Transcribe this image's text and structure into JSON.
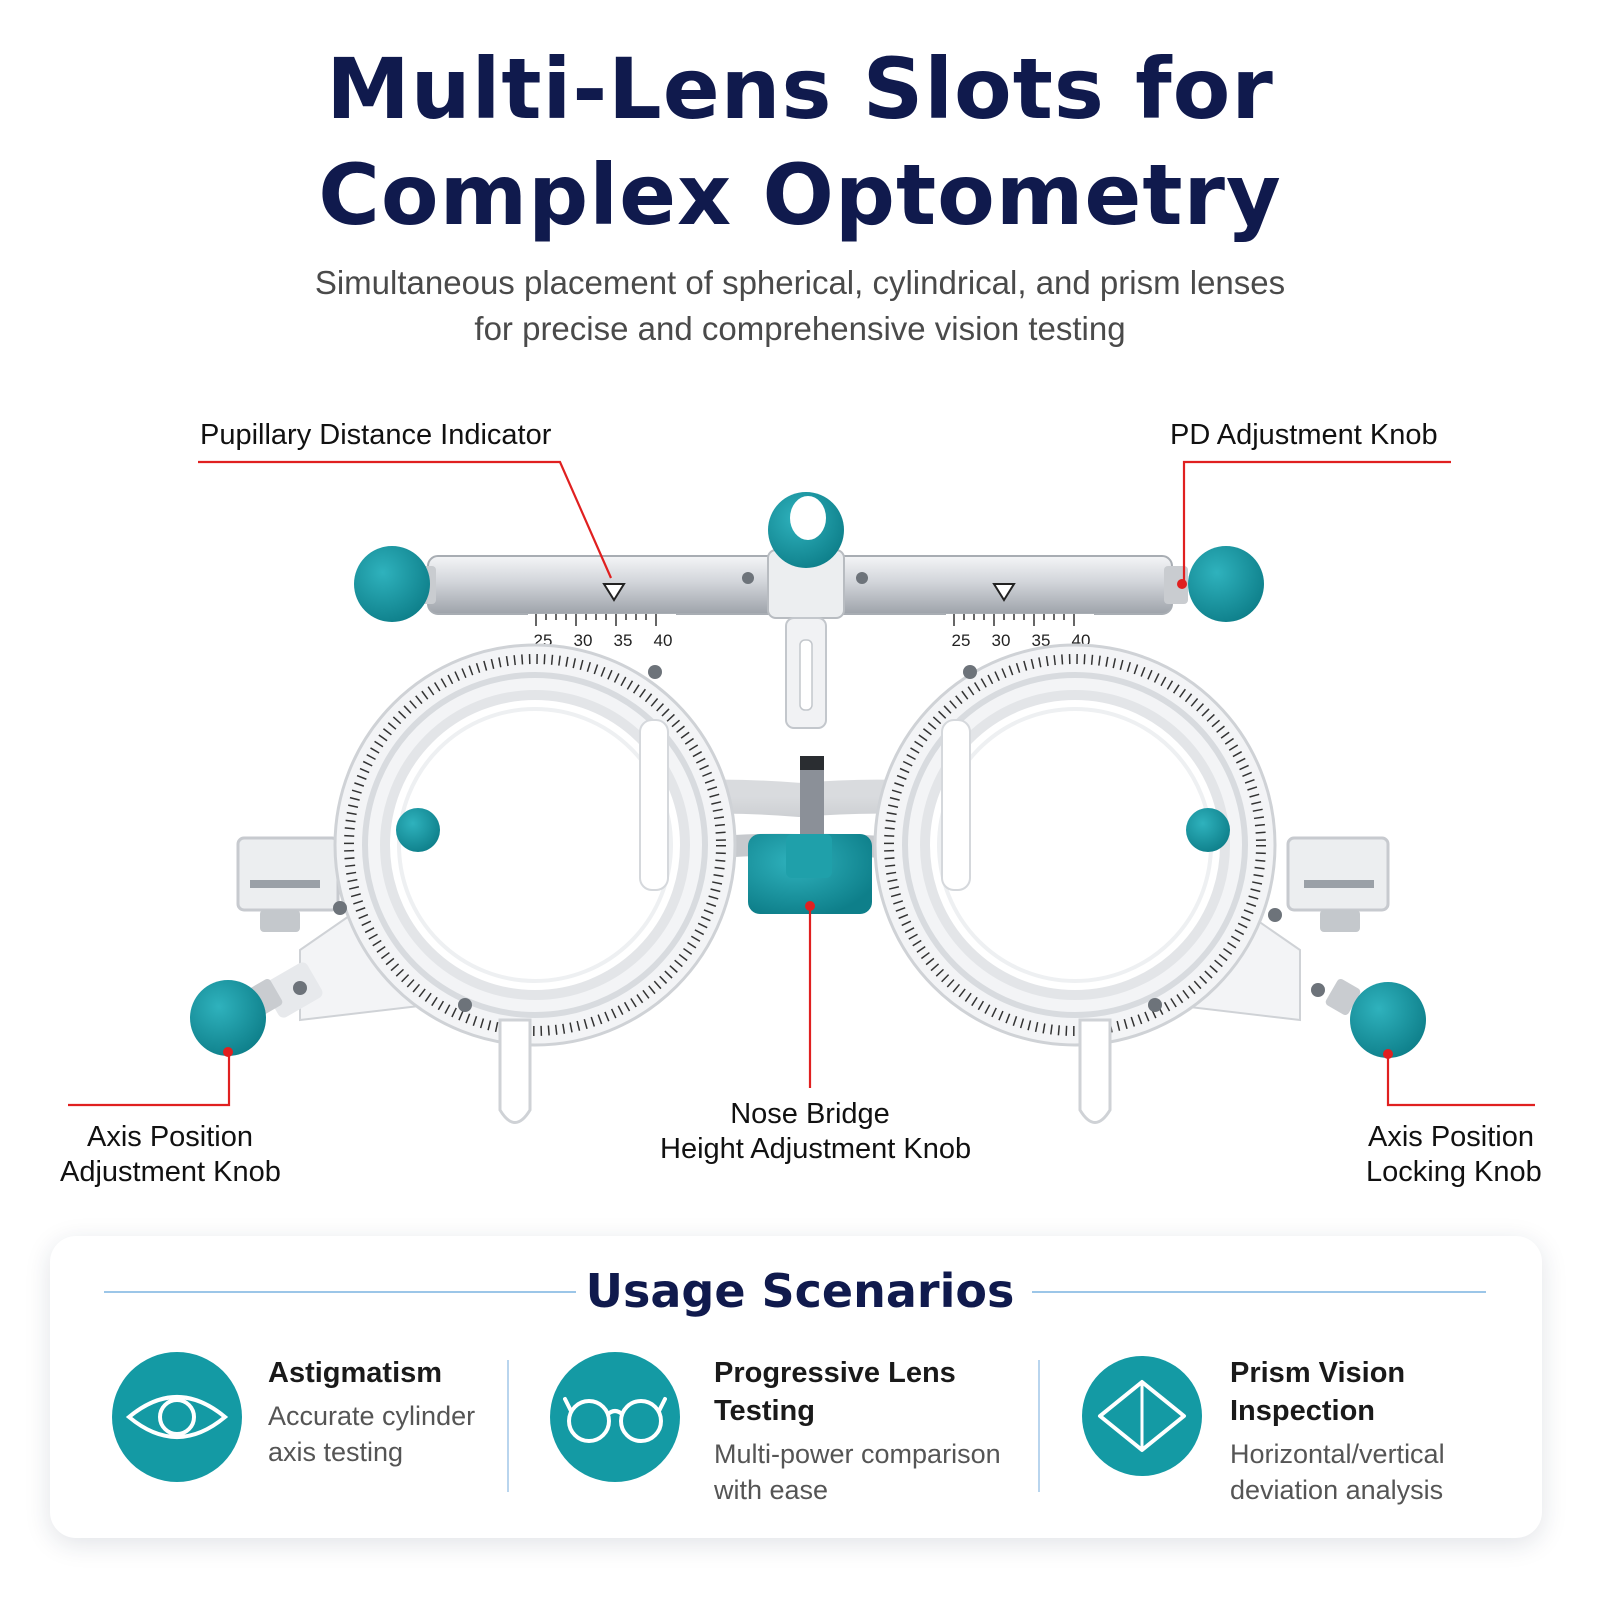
{
  "header": {
    "title_line1": "Multi-Lens Slots for",
    "title_line2": "Complex Optometry",
    "subtitle_line1": "Simultaneous placement of spherical, cylindrical, and prism lenses",
    "subtitle_line2": "for precise and comprehensive vision testing"
  },
  "colors": {
    "title": "#101a4d",
    "accent_teal": "#149aa4",
    "knob_teal": "#15909c",
    "callout_line": "#e02020",
    "frame": "#f3f4f6"
  },
  "callouts": {
    "pd_indicator": "Pupillary Distance Indicator",
    "pd_knob": "PD Adjustment Knob",
    "axis_adjust_line1": "Axis Position",
    "axis_adjust_line2": "Adjustment Knob",
    "nose_line1": "Nose Bridge",
    "nose_line2": "Height Adjustment Knob",
    "axis_lock_line1": "Axis Position",
    "axis_lock_line2": "Locking Knob"
  },
  "pd_scale": {
    "left": [
      "25",
      "30",
      "35",
      "40"
    ],
    "right": [
      "25",
      "30",
      "35",
      "40"
    ]
  },
  "usage": {
    "title": "Usage Scenarios",
    "scenarios": [
      {
        "icon": "eye-icon",
        "title": "Astigmatism",
        "desc": "Accurate cylinder\naxis testing"
      },
      {
        "icon": "glasses-icon",
        "title": "Progressive Lens Testing",
        "desc": "Multi-power comparison\nwith ease"
      },
      {
        "icon": "prism-icon",
        "title": "Prism Vision Inspection",
        "desc": "Horizontal/vertical\ndeviation analysis"
      }
    ]
  }
}
